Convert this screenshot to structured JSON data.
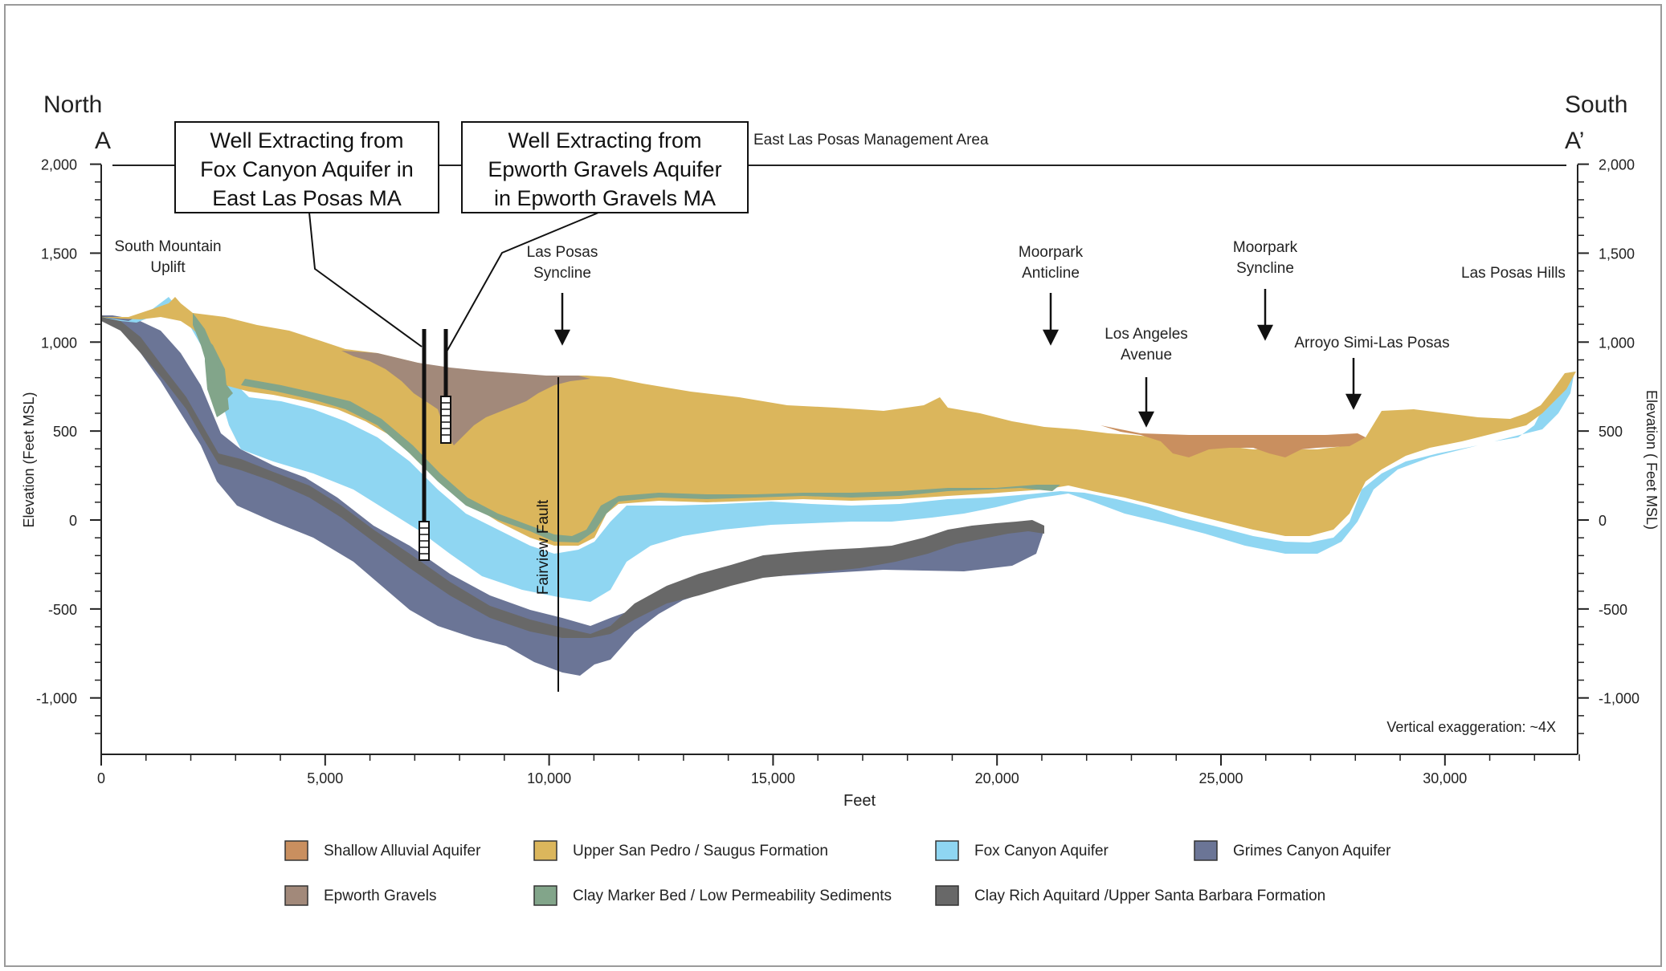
{
  "header": {
    "north_label": "North",
    "north_point": "A",
    "south_label": "South",
    "south_point": "A’",
    "management_area": "East Las Posas Management Area"
  },
  "callouts": {
    "well_fox": [
      "Well Extracting from",
      "Fox Canyon Aquifer in",
      "East Las Posas MA"
    ],
    "well_epworth": [
      "Well Extracting from",
      "Epworth Gravels Aquifer",
      "in Epworth Gravels MA"
    ]
  },
  "features": {
    "south_mountain": [
      "South Mountain",
      "Uplift"
    ],
    "las_posas_syncline": [
      "Las Posas",
      "Syncline"
    ],
    "moorpark_anticline": [
      "Moorpark",
      "Anticline"
    ],
    "moorpark_syncline": [
      "Moorpark",
      "Syncline"
    ],
    "los_angeles_avenue": [
      "Los Angeles",
      "Avenue"
    ],
    "arroyo": "Arroyo Simi-Las Posas",
    "las_posas_hills": "Las Posas Hills",
    "fairview_fault": "Fairview Fault",
    "vertical_exaggeration": "Vertical exaggeration: ~4X"
  },
  "axes": {
    "x_title": "Feet",
    "y_left_title": "Elevation (Feet MSL)",
    "y_right_title": "Elevation ( Feet MSL)",
    "x_ticks": [
      {
        "v": 0,
        "label": "0"
      },
      {
        "v": 5000,
        "label": "5,000"
      },
      {
        "v": 10000,
        "label": "10,000"
      },
      {
        "v": 15000,
        "label": "15,000"
      },
      {
        "v": 20000,
        "label": "20,000"
      },
      {
        "v": 25000,
        "label": "25,000"
      },
      {
        "v": 30000,
        "label": "30,000"
      }
    ],
    "y_ticks": [
      {
        "v": 2000,
        "label": "2,000"
      },
      {
        "v": 1500,
        "label": "1,500"
      },
      {
        "v": 1000,
        "label": "1,000"
      },
      {
        "v": 500,
        "label": "500"
      },
      {
        "v": 0,
        "label": "0"
      },
      {
        "v": -500,
        "label": "-500"
      },
      {
        "v": -1000,
        "label": "-1,000"
      }
    ]
  },
  "colors": {
    "shallow_alluvial": "#c98f5f",
    "upper_san_pedro": "#dbb65c",
    "fox_canyon": "#8fd6f2",
    "grimes_canyon": "#6b7596",
    "epworth_gravels": "#a2897a",
    "clay_marker": "#82a58a",
    "clay_rich": "#686868"
  },
  "legend": [
    {
      "label": "Shallow Alluvial Aquifer",
      "color": "#c98f5f"
    },
    {
      "label": "Upper San Pedro / Saugus Formation",
      "color": "#dbb65c"
    },
    {
      "label": "Fox Canyon Aquifer",
      "color": "#8fd6f2"
    },
    {
      "label": "Grimes Canyon Aquifer",
      "color": "#6b7596"
    },
    {
      "label": "Epworth Gravels",
      "color": "#a2897a"
    },
    {
      "label": "Clay Marker Bed / Low Permeability Sediments",
      "color": "#82a58a"
    },
    {
      "label": "Clay Rich Aquitard /Upper Santa Barbara Formation",
      "color": "#686868"
    }
  ]
}
